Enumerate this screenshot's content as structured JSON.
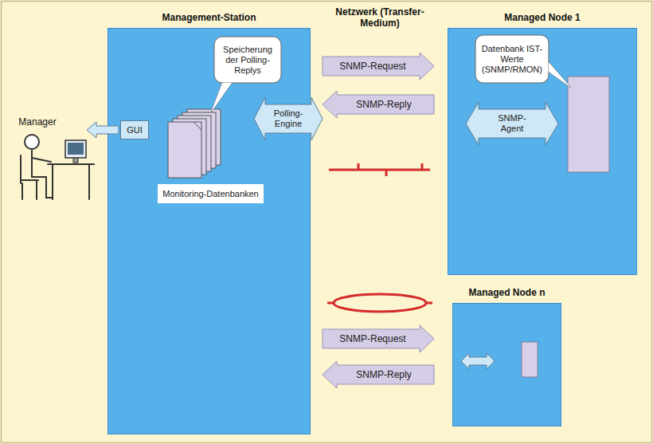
{
  "diagram": {
    "nodes": [
      {
        "text": [
          "Management-Station"
        ]
      },
      {
        "text": [
          "Speicherung der Polling-Replys"
        ],
        "in": 0
      },
      {
        "text": [
          "GUI"
        ],
        "in": 0
      },
      {
        "text": [
          "Polling-Engine"
        ],
        "in": 0
      },
      {
        "text": [
          "Monitoring-Datenbanken"
        ],
        "in": 0
      },
      {
        "text": [
          "SNMP-Request"
        ]
      },
      {
        "text": [
          "SNMP-Reply"
        ]
      },
      {
        "text": [
          "Managed Node 1"
        ]
      },
      {
        "text": [
          "Datenbank IST-Werte (SNMP/RMON)"
        ],
        "in": 7
      },
      {
        "text": [
          "SNMP-Agent"
        ],
        "in": 7
      },
      {
        "text": [
          "SNMP-Request"
        ]
      },
      {
        "text": [
          "SNMP-Reply"
        ]
      },
      {
        "text": [
          "Managed Node n"
        ]
      }
    ],
    "labels": [
      "Manager",
      "Netzwerk (Transfer-Medium)"
    ]
  }
}
